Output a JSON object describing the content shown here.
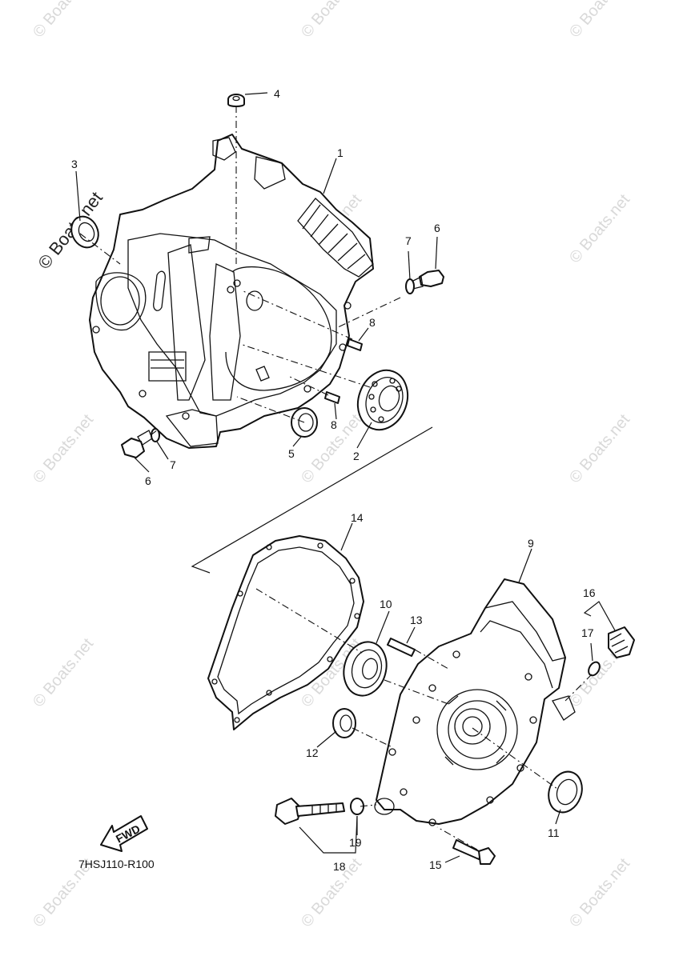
{
  "watermark": "© Boats.net",
  "diagram_code": "7HSJ110-R100",
  "fwd_label": "FWD",
  "callouts": {
    "c1": "1",
    "c2": "2",
    "c3": "3",
    "c4": "4",
    "c5": "5",
    "c6a": "6",
    "c6b": "6",
    "c7a": "7",
    "c7b": "7",
    "c8a": "8",
    "c8b": "8",
    "c9": "9",
    "c10": "10",
    "c11": "11",
    "c12": "12",
    "c13": "13",
    "c14": "14",
    "c15": "15",
    "c16": "16",
    "c17": "17",
    "c18": "18",
    "c19": "19"
  }
}
